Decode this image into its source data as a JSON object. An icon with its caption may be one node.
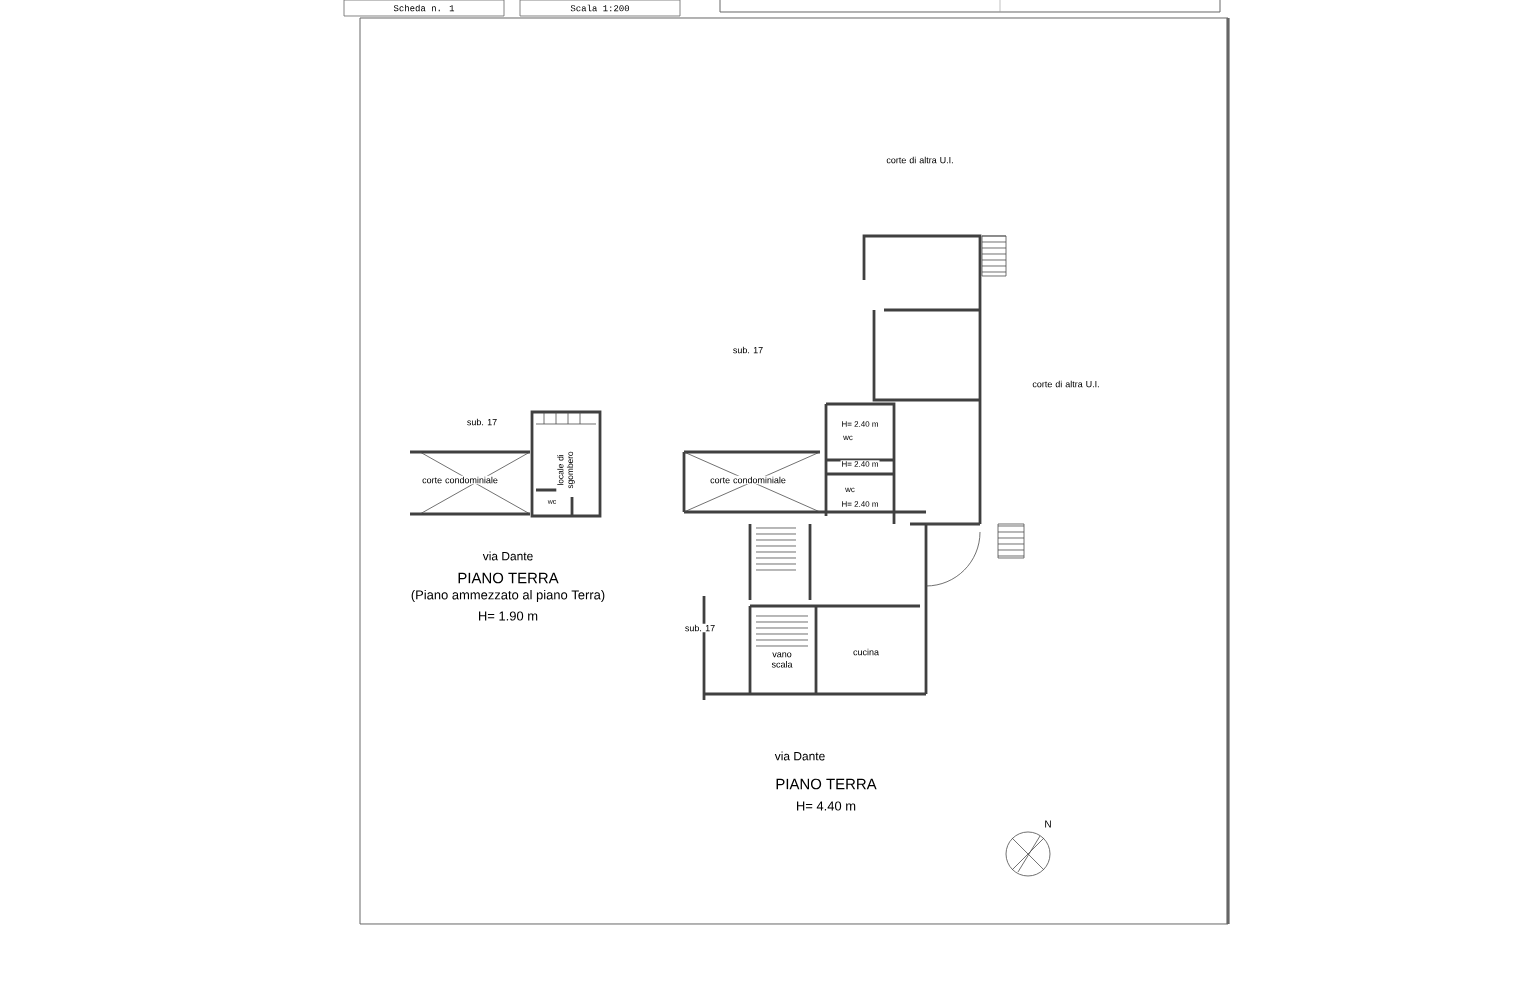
{
  "diagram": {
    "labels": [
      "Scheda n. 1",
      "Scala 1:200",
      "corte di altra U.I.",
      "sub. 17",
      "sub. 17",
      "corte di altra U.I.",
      "H= 2.40 m",
      "wc",
      "H= 2.40 m",
      "locale di sgombero",
      "corte condominiale",
      "corte condominiale",
      "wc",
      "H= 2.40 m",
      "wc",
      "via Dante",
      "PIANO TERRA",
      "(Piano ammezzato al piano Terra)",
      "H= 1.90 m",
      "sub. 17",
      "vano scala",
      "cucina",
      "via Dante",
      "PIANO TERRA",
      "H= 4.40 m",
      "N"
    ]
  }
}
